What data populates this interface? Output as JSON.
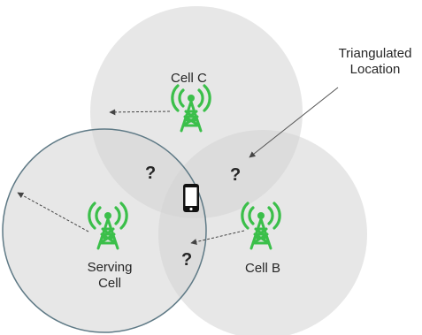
{
  "labels": {
    "cell_c": "Cell C",
    "cell_b": "Cell B",
    "serving_line1": "Serving",
    "serving_line2": "Cell",
    "triangulated_line1": "Triangulated",
    "triangulated_line2": "Location"
  },
  "unknown_markers": [
    "?",
    "?",
    "?"
  ],
  "icons": {
    "tower": "cell-tower-icon",
    "phone": "mobile-phone-icon"
  },
  "colors": {
    "coverage_fill": "#cfcfcf",
    "serving_cell_outline": "#5f7a86",
    "tower_green": "#3bbf4a",
    "phone": "#111111",
    "text": "#262626"
  }
}
